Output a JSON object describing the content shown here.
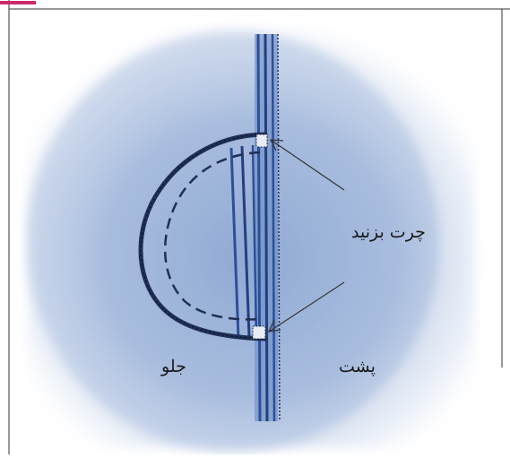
{
  "labels": {
    "clip": "چرت بزنید",
    "front": "جلو",
    "back": "پشت"
  },
  "colors": {
    "fabric": "#7f9ec9",
    "seam_dark": "#1f2f55",
    "seam_blue": "#2d4f9a",
    "border": "#333333",
    "accent": "#cc2a6b"
  }
}
